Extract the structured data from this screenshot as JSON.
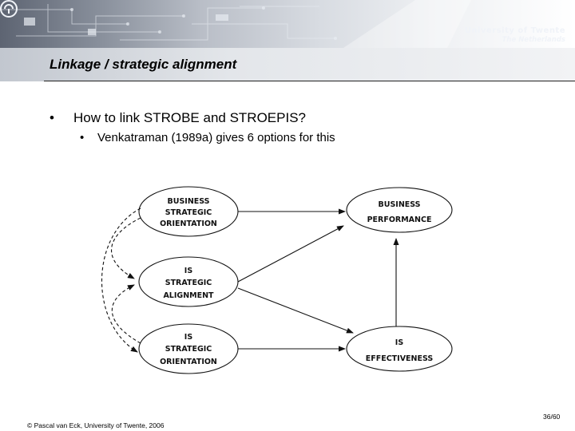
{
  "header": {
    "university_name": "University of Twente",
    "country": "The Netherlands"
  },
  "slide": {
    "title": "Linkage / strategic alignment",
    "bullet_char": "•",
    "bullet_1": "How to link STROBE and STROEPIS?",
    "bullet_2": "Venkatraman (1989a) gives 6 options for this"
  },
  "diagram": {
    "nodes": {
      "business_strategic_orientation": [
        "BUSINESS",
        "STRATEGIC",
        "ORIENTATION"
      ],
      "is_strategic_alignment": [
        "IS",
        "STRATEGIC",
        "ALIGNMENT"
      ],
      "is_strategic_orientation": [
        "IS",
        "STRATEGIC",
        "ORIENTATION"
      ],
      "business_performance": [
        "BUSINESS",
        "PERFORMANCE"
      ],
      "is_effectiveness": [
        "IS",
        "EFFECTIVENESS"
      ]
    }
  },
  "footer": {
    "copyright": "© Pascal van Eck, University of Twente, 2006",
    "page": "36/60"
  }
}
